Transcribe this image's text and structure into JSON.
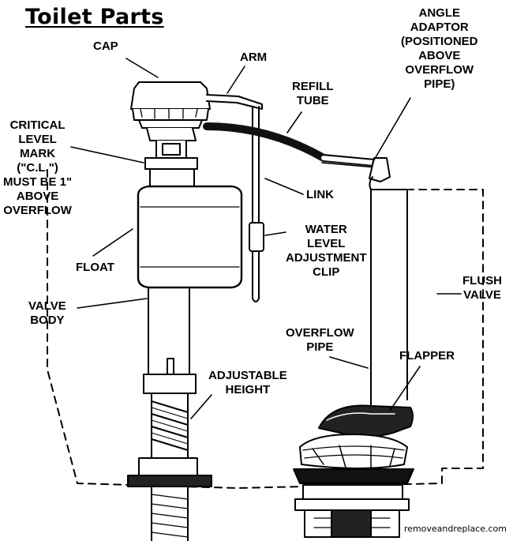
{
  "title": "Toilet Parts",
  "labels": {
    "cap": [
      "CAP"
    ],
    "arm": [
      "ARM"
    ],
    "refill_tube": [
      "REFILL",
      "TUBE"
    ],
    "angle_adaptor": [
      "ANGLE",
      "ADAPTOR",
      "(POSITIONED",
      "ABOVE",
      "OVERFLOW",
      "PIPE)"
    ],
    "critical_level": [
      "CRITICAL",
      "LEVEL",
      "MARK",
      "(\"C.L.\")",
      "MUST BE 1\"",
      "ABOVE",
      "OVERFLOW"
    ],
    "link": [
      "LINK"
    ],
    "water_level": [
      "WATER",
      "LEVEL",
      "ADJUSTMENT",
      "CLIP"
    ],
    "float": [
      "FLOAT"
    ],
    "valve_body": [
      "VALVE",
      "BODY"
    ],
    "flush_valve": [
      "FLUSH",
      "VALVE"
    ],
    "overflow_pipe": [
      "OVERFLOW",
      "PIPE"
    ],
    "flapper": [
      "FLAPPER"
    ],
    "adjustable_height": [
      "ADJUSTABLE",
      "HEIGHT"
    ]
  },
  "credit": "removeandreplace.com"
}
